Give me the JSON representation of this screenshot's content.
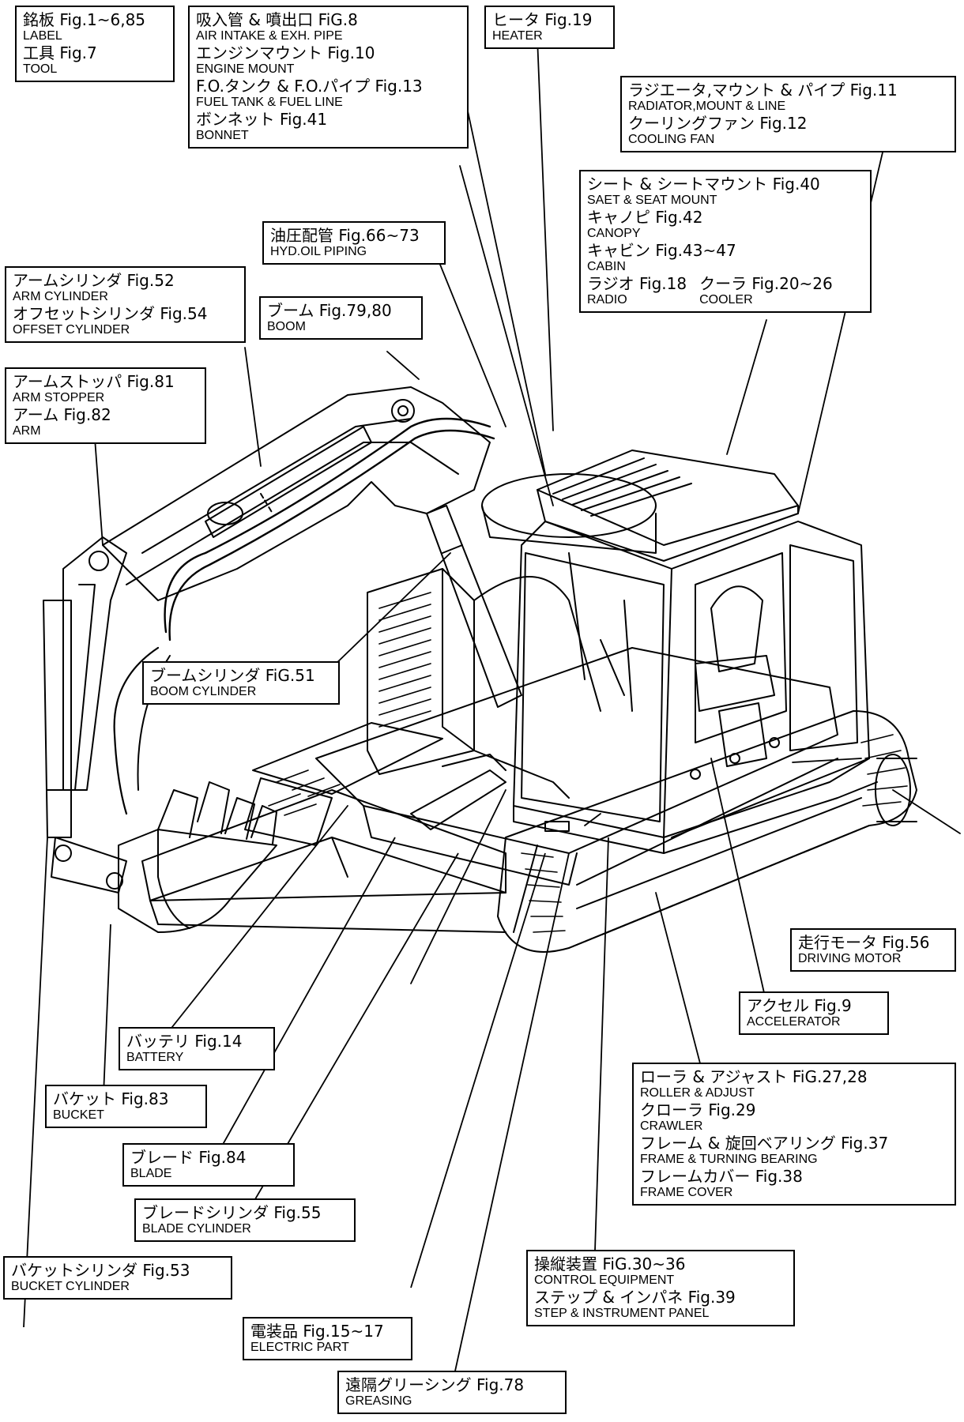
{
  "callouts": {
    "label_tool": {
      "jp1": "銘板 Fig.1~6,85",
      "en1": "LABEL",
      "jp2": "工具 Fig.7",
      "en2": "TOOL"
    },
    "air_intake": {
      "jp1": "吸入管 & 噴出口 FiG.8",
      "en1": "AIR INTAKE & EXH. PIPE",
      "jp2": "エンジンマウント Fig.10",
      "en2": "ENGINE MOUNT",
      "jp3": "F.O.タンク & F.O.パイプ Fig.13",
      "en3": "FUEL TANK & FUEL LINE",
      "jp4": "ボンネット Fig.41",
      "en4": "BONNET"
    },
    "heater": {
      "jp1": "ヒータ Fig.19",
      "en1": "HEATER"
    },
    "radiator": {
      "jp1": "ラジエータ,マウント & パイプ Fig.11",
      "en1": "RADIATOR,MOUNT & LINE",
      "jp2": "クーリングファン Fig.12",
      "en2": "COOLING FAN"
    },
    "seat": {
      "jp1": "シート & シートマウント Fig.40",
      "en1": "SAET & SEAT MOUNT",
      "jp2": "キャノピ Fig.42",
      "en2": "CANOPY",
      "jp3": "キャビン Fig.43~47",
      "en3": "CABIN",
      "jp4": "ラジオ Fig.18",
      "en4": "RADIO",
      "jp5": "クーラ Fig.20~26",
      "en5": "COOLER"
    },
    "hyd_oil": {
      "jp1": "油圧配管 Fig.66~73",
      "en1": "HYD.OIL PIPING"
    },
    "arm_cyl": {
      "jp1": "アームシリンダ Fig.52",
      "en1": "ARM CYLINDER",
      "jp2": "オフセットシリンダ Fig.54",
      "en2": "OFFSET CYLINDER"
    },
    "boom": {
      "jp1": "ブーム Fig.79,80",
      "en1": "BOOM"
    },
    "arm_stopper": {
      "jp1": "アームストッパ Fig.81",
      "en1": "ARM STOPPER",
      "jp2": "アーム Fig.82",
      "en2": "ARM"
    },
    "boom_cyl": {
      "jp1": "ブームシリンダ FiG.51",
      "en1": "BOOM CYLINDER"
    },
    "driving_motor": {
      "jp1": "走行モータ Fig.56",
      "en1": "DRIVING MOTOR"
    },
    "accelerator": {
      "jp1": "アクセル Fig.9",
      "en1": "ACCELERATOR"
    },
    "battery": {
      "jp1": "バッテリ Fig.14",
      "en1": "BATTERY"
    },
    "bucket": {
      "jp1": "バケット Fig.83",
      "en1": "BUCKET"
    },
    "roller": {
      "jp1": "ローラ & アジャスト FiG.27,28",
      "en1": "ROLLER & ADJUST",
      "jp2": "クローラ Fig.29",
      "en2": "CRAWLER",
      "jp3": "フレーム & 旋回ベアリング Fig.37",
      "en3": "FRAME & TURNING BEARING",
      "jp4": "フレームカバー Fig.38",
      "en4": "FRAME COVER"
    },
    "blade": {
      "jp1": "ブレード Fig.84",
      "en1": "BLADE"
    },
    "blade_cyl": {
      "jp1": "ブレードシリンダ Fig.55",
      "en1": "BLADE CYLINDER"
    },
    "bucket_cyl": {
      "jp1": "バケットシリンダ Fig.53",
      "en1": "BUCKET CYLINDER"
    },
    "control": {
      "jp1": "操縦装置 FiG.30~36",
      "en1": "CONTROL EQUIPMENT",
      "jp2": "ステップ & インパネ Fig.39",
      "en2": "STEP & INSTRUMENT PANEL"
    },
    "electric": {
      "jp1": "電装品 Fig.15~17",
      "en1": "ELECTRIC PART"
    },
    "greasing": {
      "jp1": "遠隔グリーシング Fig.78",
      "en1": "GREASING"
    }
  }
}
